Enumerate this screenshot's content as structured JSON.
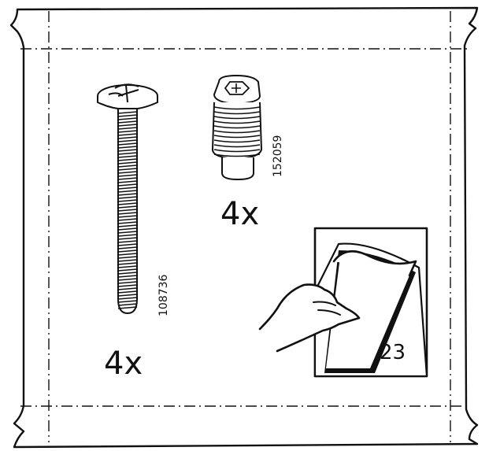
{
  "bag": {
    "screw": {
      "part_number": "108736",
      "quantity": "4x"
    },
    "insert": {
      "part_number": "152059",
      "quantity": "4x"
    },
    "instruction": {
      "page_number": "23",
      "icon": "page-turn-hand-icon"
    }
  },
  "colors": {
    "line": "#111111",
    "background": "#ffffff"
  }
}
